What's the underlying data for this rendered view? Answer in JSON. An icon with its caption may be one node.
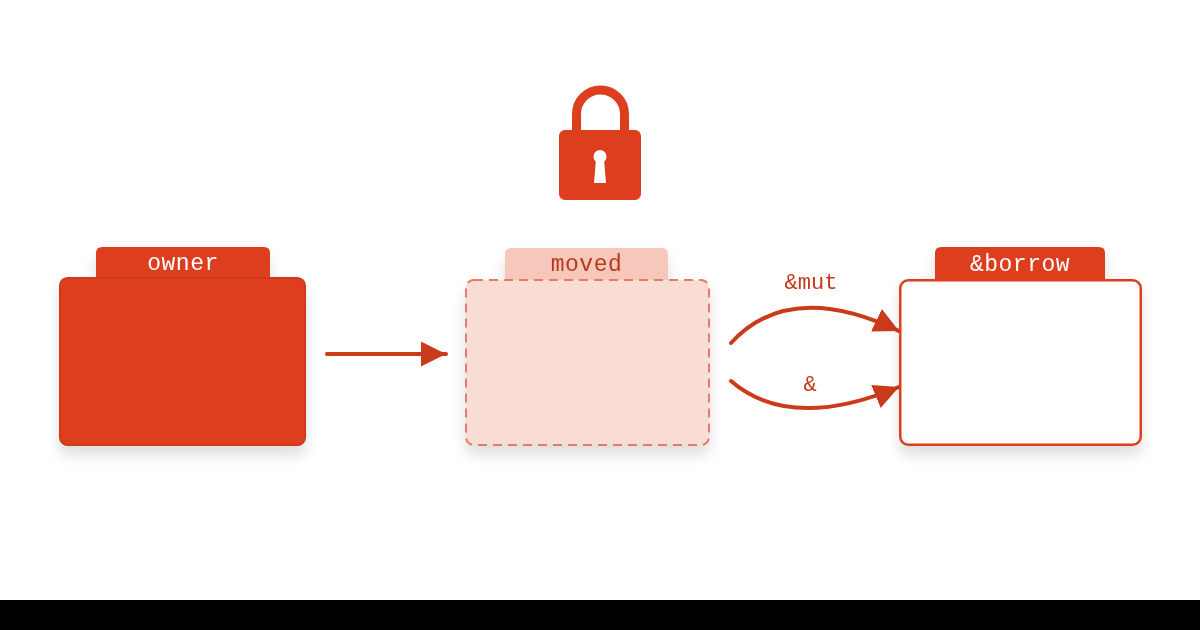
{
  "diagram": {
    "nodes": [
      {
        "text": [
          "owner"
        ]
      },
      {
        "text": [
          "moved"
        ]
      },
      {
        "text": [
          "&borrow"
        ]
      }
    ],
    "edges": [
      {
        "from": 0,
        "to": 1,
        "arrow": "to"
      },
      {
        "from": 1,
        "to": 2,
        "arrow": "to",
        "label": "&mut"
      },
      {
        "from": 1,
        "to": 2,
        "arrow": "to",
        "label": "&"
      }
    ]
  }
}
